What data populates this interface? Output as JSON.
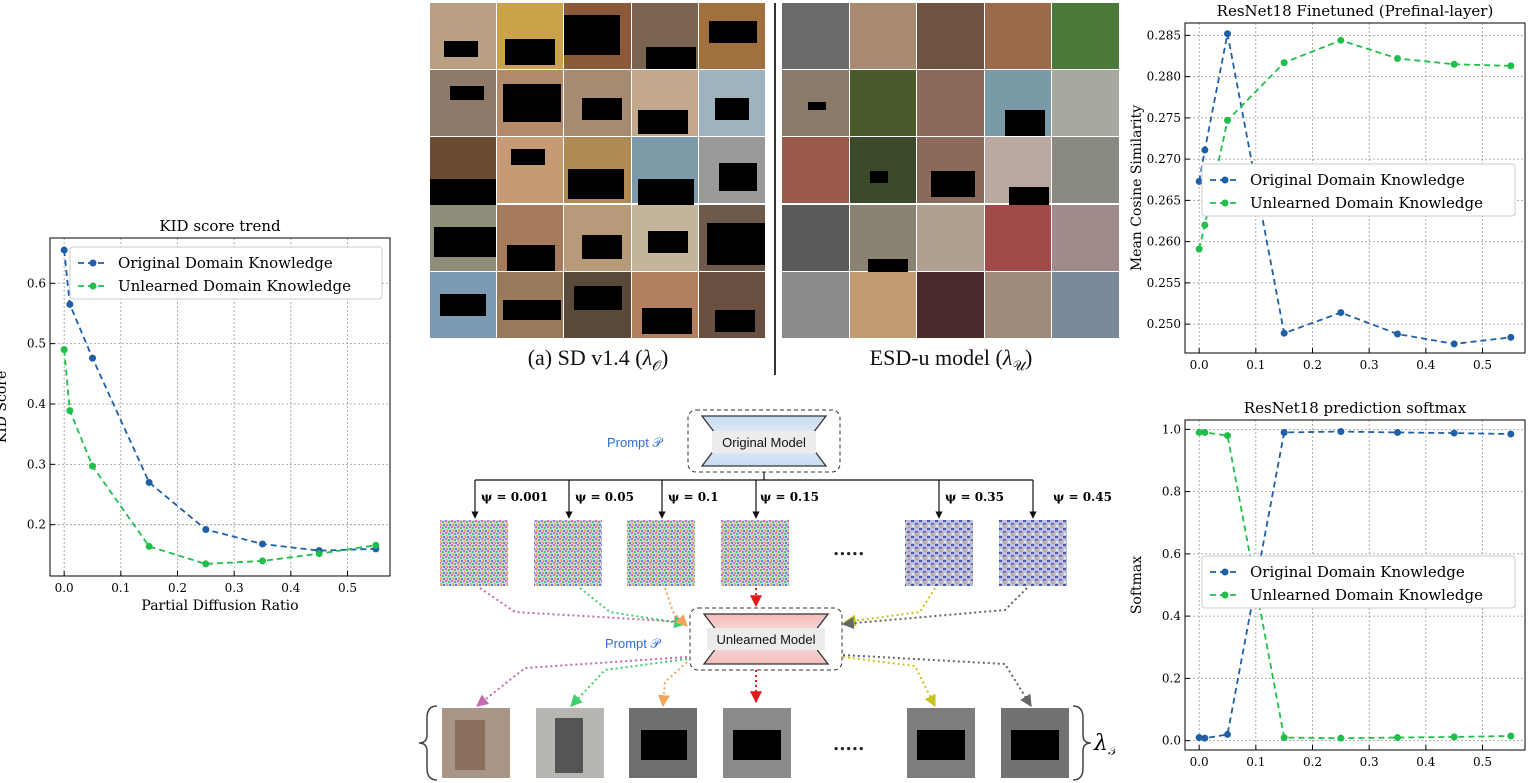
{
  "colors": {
    "original": "#1f5fa8",
    "unlearned": "#1fbf4a",
    "grid": "#9a9a9a"
  },
  "charts_text": {
    "kid": {
      "title": "KID score trend",
      "xlabel": "Partial Diffusion Ratio",
      "ylabel": "KID Score"
    },
    "cos": {
      "title": "ResNet18 Finetuned (Prefinal-layer)",
      "xlabel": "",
      "ylabel": "Mean Cosine Similarity"
    },
    "soft": {
      "title": "ResNet18 prediction softmax",
      "xlabel": "",
      "ylabel": "Softmax"
    }
  },
  "chart_data": [
    {
      "type": "line",
      "title": "KID score trend",
      "xlabel": "Partial Diffusion Ratio",
      "ylabel": "KID Score",
      "xlim": [
        -0.025,
        0.575
      ],
      "ylim": [
        0.115,
        0.675
      ],
      "xticks": [
        0.0,
        0.1,
        0.2,
        0.3,
        0.4,
        0.5
      ],
      "xtick_labels": [
        "0.0",
        "0.1",
        "0.2",
        "0.3",
        "0.4",
        "0.5"
      ],
      "yticks": [
        0.2,
        0.3,
        0.4,
        0.5,
        0.6
      ],
      "ytick_labels": [
        "0.2",
        "0.3",
        "0.4",
        "0.5",
        "0.6"
      ],
      "grid": true,
      "legend": "upper-right",
      "x": [
        0.0,
        0.01,
        0.05,
        0.15,
        0.25,
        0.35,
        0.45,
        0.55
      ],
      "series": [
        {
          "name": "Original Domain Knowledge",
          "values": [
            0.655,
            0.565,
            0.476,
            0.27,
            0.192,
            0.168,
            0.157,
            0.16
          ]
        },
        {
          "name": "Unlearned Domain Knowledge",
          "values": [
            0.49,
            0.389,
            0.297,
            0.164,
            0.135,
            0.14,
            0.152,
            0.166
          ]
        }
      ]
    },
    {
      "type": "line",
      "title": "ResNet18 Finetuned (Prefinal-layer)",
      "xlabel": "",
      "ylabel": "Mean Cosine Similarity",
      "xlim": [
        -0.025,
        0.575
      ],
      "ylim": [
        0.2465,
        0.2865
      ],
      "xticks": [
        0.0,
        0.1,
        0.2,
        0.3,
        0.4,
        0.5
      ],
      "xtick_labels": [
        "0.0",
        "0.1",
        "0.2",
        "0.3",
        "0.4",
        "0.5"
      ],
      "yticks": [
        0.25,
        0.255,
        0.26,
        0.265,
        0.27,
        0.275,
        0.28,
        0.285
      ],
      "ytick_labels": [
        "0.250",
        "0.255",
        "0.260",
        "0.265",
        "0.270",
        "0.275",
        "0.280",
        "0.285"
      ],
      "grid": true,
      "legend": "center-right",
      "x": [
        0.0,
        0.01,
        0.05,
        0.15,
        0.25,
        0.35,
        0.45,
        0.55
      ],
      "series": [
        {
          "name": "Original Domain Knowledge",
          "values": [
            0.2673,
            0.2711,
            0.2852,
            0.2489,
            0.2514,
            0.2488,
            0.2476,
            0.2484
          ]
        },
        {
          "name": "Unlearned Domain Knowledge",
          "values": [
            0.2591,
            0.262,
            0.2747,
            0.2817,
            0.2844,
            0.2822,
            0.2815,
            0.2813
          ]
        }
      ]
    },
    {
      "type": "line",
      "title": "ResNet18 prediction softmax",
      "xlabel": "",
      "ylabel": "Softmax",
      "xlim": [
        -0.025,
        0.575
      ],
      "ylim": [
        -0.03,
        1.03
      ],
      "xticks": [
        0.0,
        0.1,
        0.2,
        0.3,
        0.4,
        0.5
      ],
      "xtick_labels": [
        "0.0",
        "0.1",
        "0.2",
        "0.3",
        "0.4",
        "0.5"
      ],
      "yticks": [
        0.0,
        0.2,
        0.4,
        0.6,
        0.8,
        1.0
      ],
      "ytick_labels": [
        "0.0",
        "0.2",
        "0.4",
        "0.6",
        "0.8",
        "1.0"
      ],
      "grid": true,
      "legend": "center-right",
      "x": [
        0.0,
        0.01,
        0.05,
        0.15,
        0.25,
        0.35,
        0.45,
        0.55
      ],
      "series": [
        {
          "name": "Original Domain Knowledge",
          "values": [
            0.01,
            0.008,
            0.02,
            0.99,
            0.993,
            0.99,
            0.988,
            0.985
          ]
        },
        {
          "name": "Unlearned Domain Knowledge",
          "values": [
            0.99,
            0.99,
            0.98,
            0.01,
            0.008,
            0.01,
            0.012,
            0.015
          ]
        }
      ]
    }
  ],
  "grids": {
    "left_caption_prefix": "(a) SD v1.4 (",
    "left_caption_symbol": "λ",
    "left_caption_sub": "𝒪",
    "left_caption_suffix": ")",
    "right_caption_prefix": "ESD-u model (",
    "right_caption_symbol": "λ",
    "right_caption_sub": "𝒰",
    "right_caption_suffix": ")"
  },
  "diagram": {
    "original_model": "Original Model",
    "unlearned_model": "Unlearned Model",
    "prompt_top": "Prompt 𝒫",
    "prompt_bottom": "Prompt 𝒫",
    "psi_labels": [
      "ψ = 0.001",
      "ψ = 0.05",
      "ψ = 0.1",
      "ψ = 0.15",
      "ψ = 0.35",
      "ψ = 0.45"
    ],
    "ellipsis_noise": ".....",
    "ellipsis_out": ".....",
    "output_symbol": "λ",
    "output_sub": "𝒫"
  }
}
